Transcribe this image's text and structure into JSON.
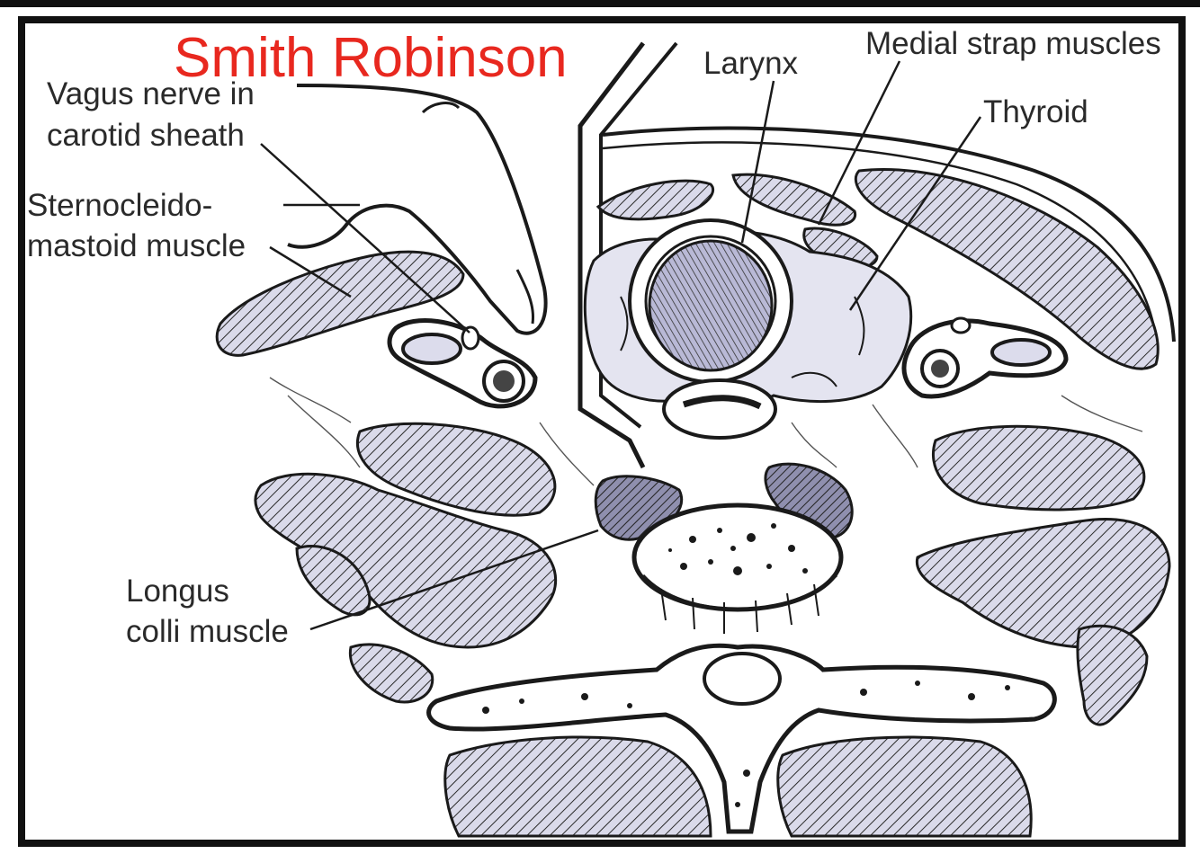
{
  "title": "Smith Robinson",
  "labels": {
    "vagus_1": "Vagus nerve in",
    "vagus_2": "carotid sheath",
    "scm_1": "Sternocleido-",
    "scm_2": "mastoid muscle",
    "larynx": "Larynx",
    "strap": "Medial strap muscles",
    "thyroid": "Thyroid",
    "longus_1": "Longus",
    "longus_2": "colli muscle"
  },
  "colors": {
    "title": "#e8281f",
    "ink": "#1a1a1a",
    "muscle_fill": "#dcdcec",
    "thyroid_fill": "#e4e4f0",
    "frame": "#1a1a1a"
  }
}
